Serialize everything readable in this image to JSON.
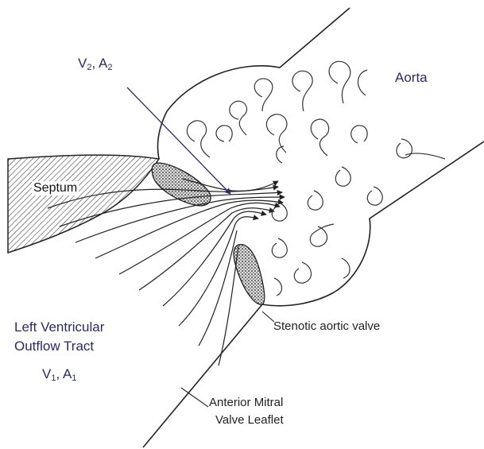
{
  "labels": {
    "v2": "V",
    "v2_sub": "2",
    "a2": "A",
    "a2_sub": "2",
    "aorta": "Aorta",
    "septum": "Septum",
    "lvot_line1": "Left Ventricular",
    "lvot_line2": "Outflow Tract",
    "v1": "V",
    "v1_sub": "1",
    "a1": "A",
    "a1_sub": "1",
    "stenotic": "Stenotic aortic valve",
    "mitral_line1": "Anterior Mitral",
    "mitral_line2": "Valve Leaflet"
  },
  "colors": {
    "ink": "#222222",
    "label_accent": "#2b2a6b",
    "background": "#ffffff"
  }
}
